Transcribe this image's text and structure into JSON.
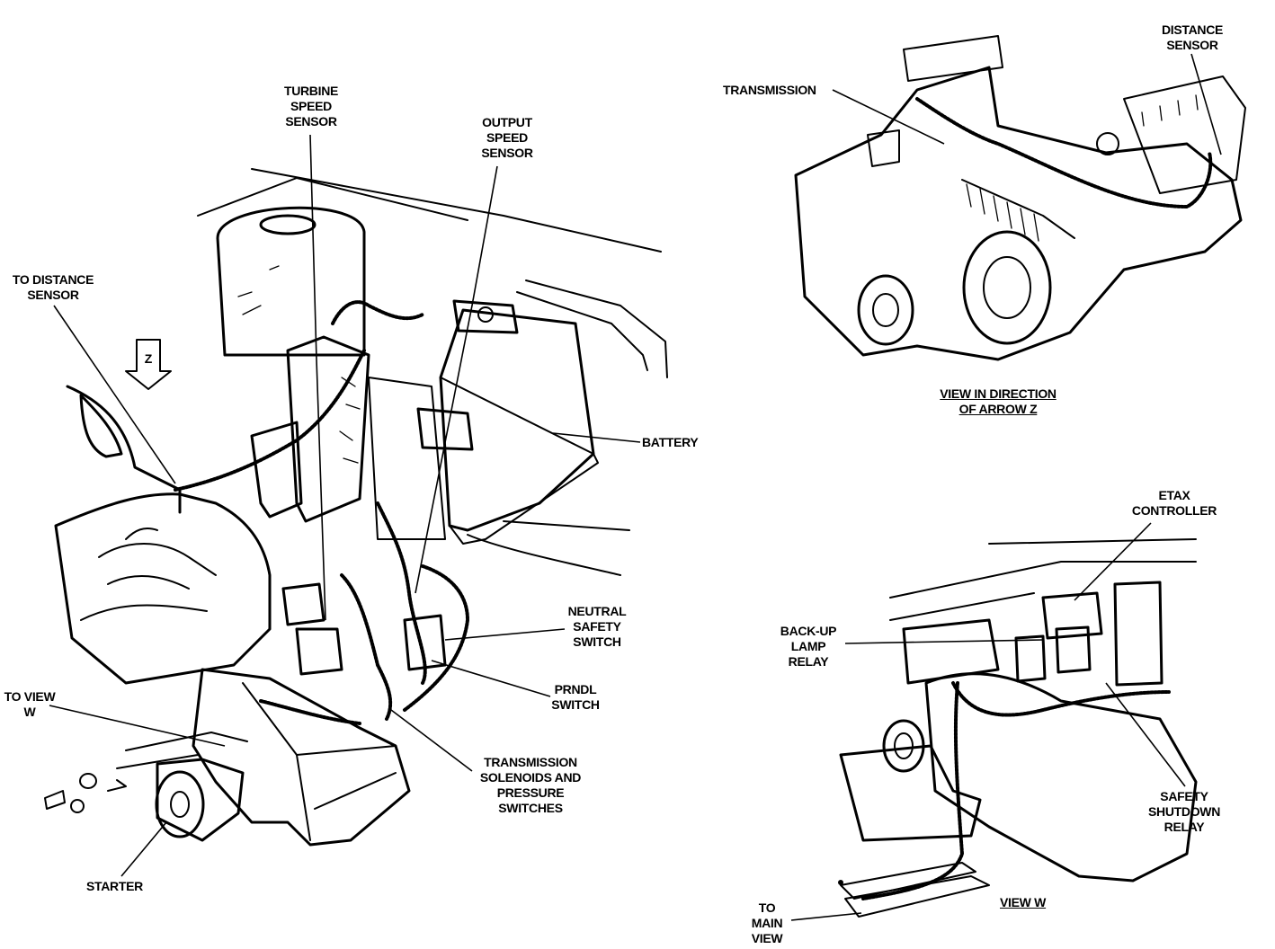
{
  "colors": {
    "ink": "#000000",
    "paper": "#ffffff"
  },
  "labels": {
    "turbine_speed_sensor": [
      "TURBINE",
      "SPEED",
      "SENSOR"
    ],
    "output_speed_sensor": [
      "OUTPUT",
      "SPEED",
      "SENSOR"
    ],
    "to_distance_sensor": [
      "TO DISTANCE",
      "SENSOR"
    ],
    "battery": "BATTERY",
    "neutral_safety_switch": [
      "NEUTRAL",
      "SAFETY",
      "SWITCH"
    ],
    "prndl_switch": [
      "PRNDL",
      "SWITCH"
    ],
    "to_view_w": [
      "TO VIEW",
      "W"
    ],
    "transmission_solenoids": [
      "TRANSMISSION",
      "SOLENOIDS AND",
      "PRESSURE",
      "SWITCHES"
    ],
    "starter": "STARTER",
    "transmission": "TRANSMISSION",
    "distance_sensor": [
      "DISTANCE",
      "SENSOR"
    ],
    "view_z_caption": [
      "VIEW IN DIRECTION",
      "OF ARROW Z"
    ],
    "etax_controller": [
      "ETAX",
      "CONTROLLER"
    ],
    "back_up_lamp_relay": [
      "BACK-UP",
      "LAMP",
      "RELAY"
    ],
    "safety_shutdown_relay": [
      "SAFETY",
      "SHUTDOWN",
      "RELAY"
    ],
    "to_main_view": [
      "TO",
      "MAIN",
      "VIEW"
    ],
    "view_w_caption": "VIEW W",
    "arrow_z_letter": "Z"
  }
}
